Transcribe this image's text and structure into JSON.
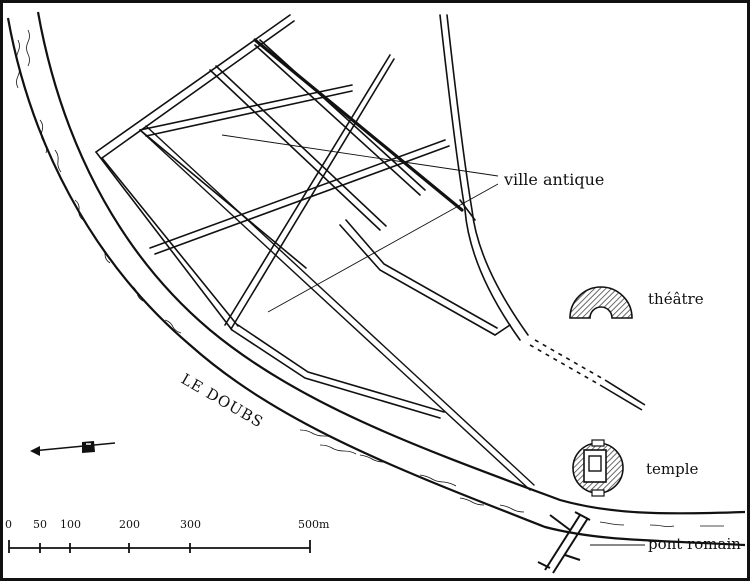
{
  "map": {
    "labels": {
      "ville": "ville antique",
      "theatre": "théâtre",
      "temple": "temple",
      "pont": "pont romain",
      "river": "LE DOUBS"
    },
    "scale": {
      "ticks": [
        "0",
        "50",
        "100",
        "200",
        "300",
        "500m"
      ]
    },
    "icons": {
      "north": "north-arrow-icon",
      "theatre": "theatre-icon",
      "temple": "temple-icon"
    },
    "colors": {
      "ink": "#111111",
      "paper": "#ffffff",
      "hatch": "#555555"
    }
  }
}
